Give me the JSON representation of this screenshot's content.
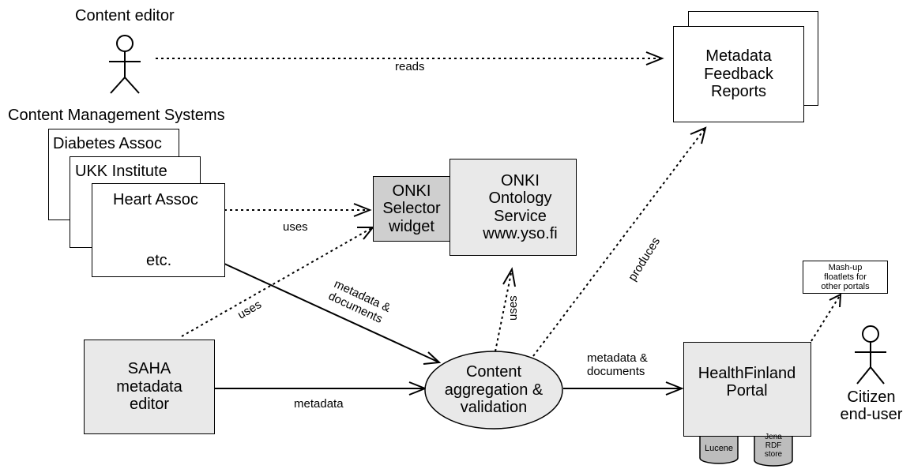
{
  "actors": {
    "content_editor": "Content editor",
    "citizen_line1": "Citizen",
    "citizen_line2": "end-user"
  },
  "cms": {
    "title": "Content Management Systems",
    "diabetes": "Diabetes Assoc",
    "ukk": "UKK Institute",
    "heart": "Heart Assoc",
    "etc": "etc."
  },
  "onki_selector": {
    "line1": "ONKI",
    "line2": "Selector",
    "line3": "widget"
  },
  "onki_service": {
    "line1": "ONKI",
    "line2": "Ontology",
    "line3": "Service",
    "line4": "www.yso.fi"
  },
  "feedback": {
    "line1": "Metadata",
    "line2": "Feedback",
    "line3": "Reports"
  },
  "saha": {
    "line1": "SAHA",
    "line2": "metadata",
    "line3": "editor"
  },
  "aggregation": {
    "line1": "Content",
    "line2": "aggregation &",
    "line3": "validation"
  },
  "portal": {
    "line1": "HealthFinland",
    "line2": "Portal"
  },
  "lucene": "Lucene",
  "jena": {
    "line1": "Jena",
    "line2": "RDF",
    "line3": "store"
  },
  "mashup": {
    "line1": "Mash-up",
    "line2": "floatlets for",
    "line3": "other portals"
  },
  "edges": {
    "reads": "reads",
    "uses_cms": "uses",
    "uses_saha": "uses",
    "uses_agg": "uses",
    "produces": "produces",
    "metadata_docs_1a": "metadata &",
    "metadata_docs_1b": "documents",
    "metadata": "metadata",
    "metadata_docs_2a": "metadata &",
    "metadata_docs_2b": "documents"
  }
}
